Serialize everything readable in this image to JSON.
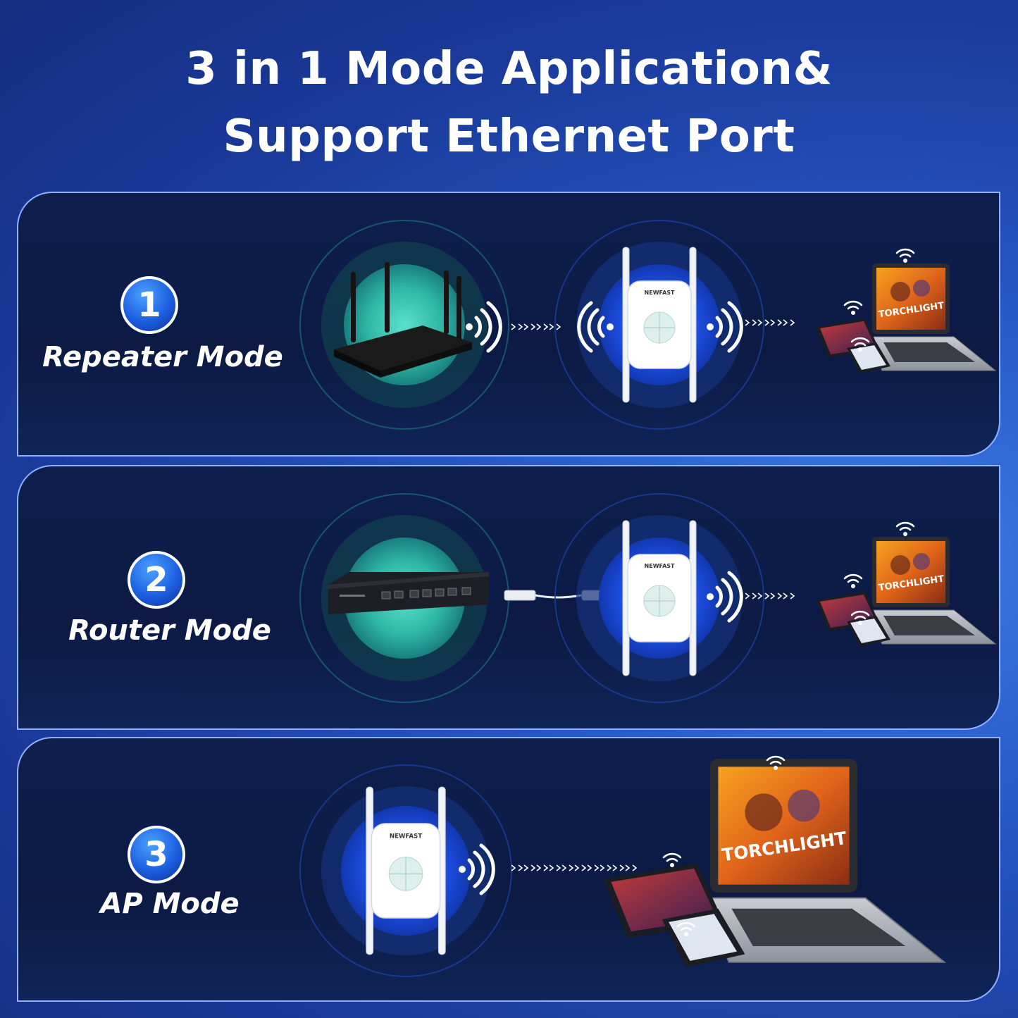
{
  "title": {
    "line1": "3 in 1 Mode Application&",
    "line2": "Support Ethernet Port"
  },
  "device_brand": "NEWFAST",
  "game_title": "TORCHLIGHT",
  "modes": [
    {
      "number": "1",
      "label": "Repeater Mode",
      "source_icon": "wifi-router-icon",
      "link": "wireless"
    },
    {
      "number": "2",
      "label": "Router Mode",
      "source_icon": "modem-switch-icon",
      "link": "ethernet-cable"
    },
    {
      "number": "3",
      "label": "AP Mode",
      "source_icon": "",
      "link": "wireless"
    }
  ],
  "colors": {
    "background": "#2656c4",
    "panel": "#0e1f4e",
    "panel_border": "#8fb1ff",
    "teal_glow": "#3fc8b3",
    "blue_glow": "#1c4de0",
    "badge": "#1d5fe0",
    "text": "#ffffff"
  }
}
